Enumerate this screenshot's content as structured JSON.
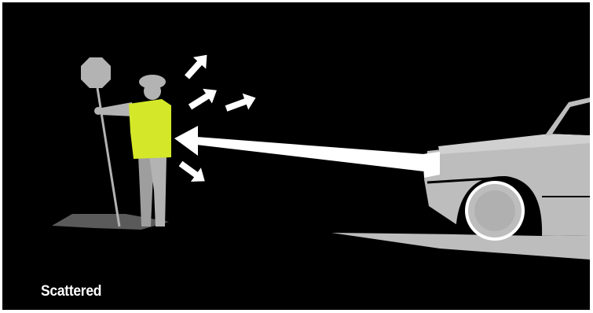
{
  "caption": "Scattered",
  "colors": {
    "background": "#000000",
    "frame": "#ffffff",
    "vest": "#d4e829",
    "figure_gray": "#b3b3b3",
    "shadow_gray": "#5a5a5a",
    "car_gray": "#bdbdbd",
    "light_beam": "#ffffff",
    "arrows": "#ffffff"
  },
  "elements": {
    "person": "flagger-figure",
    "sign": "stop-paddle-sign",
    "vehicle": "car-front",
    "beam": "headlight-beam",
    "reflection": "scattered-reflection-arrows"
  }
}
